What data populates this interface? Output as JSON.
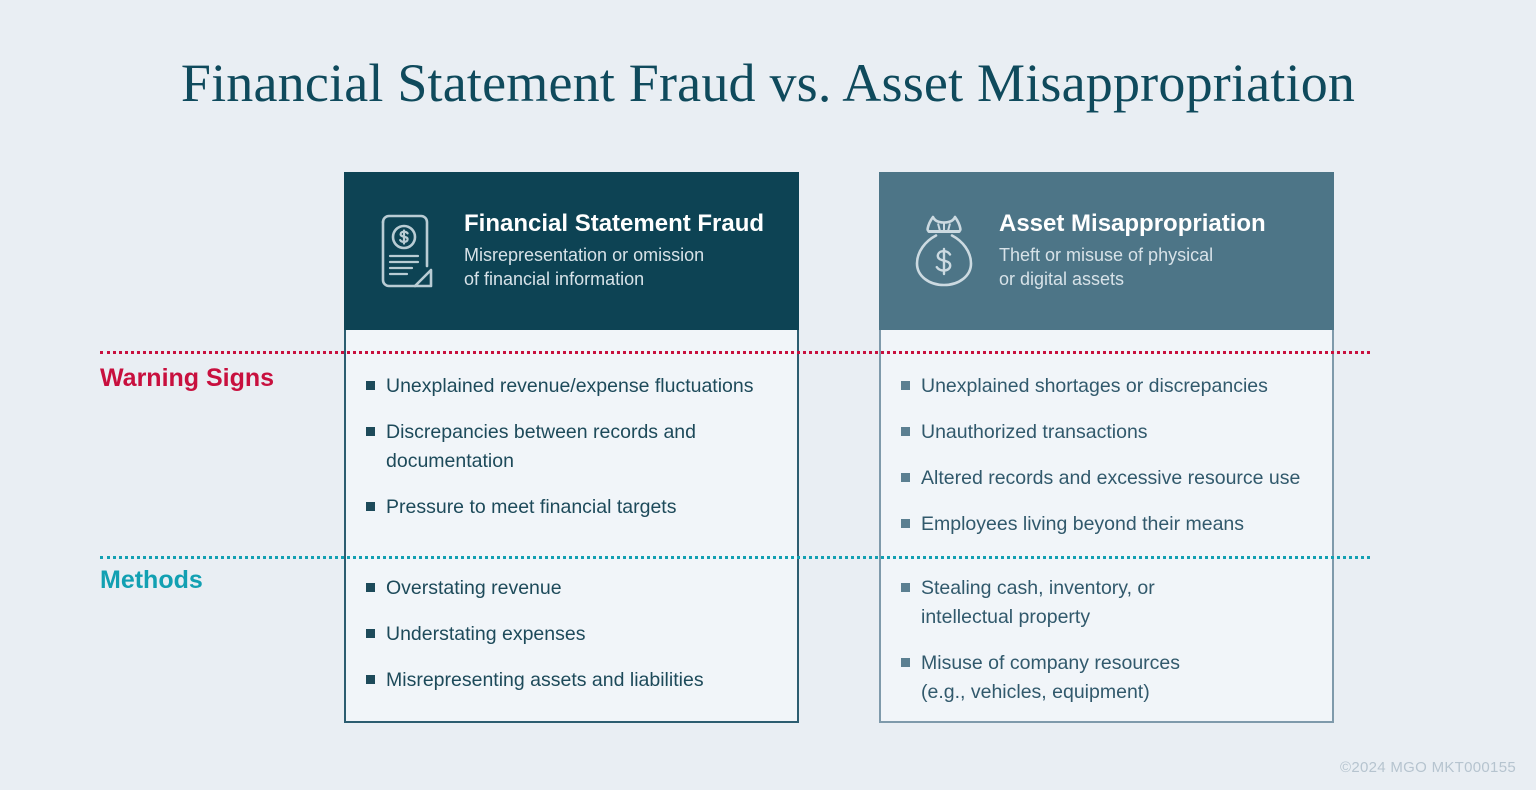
{
  "page": {
    "title": "Financial Statement Fraud vs. Asset Misappropriation",
    "background_color": "#e9eef3",
    "footer": "©2024 MGO  MKT000155"
  },
  "row_labels": [
    {
      "id": "warning-signs",
      "label": "Warning Signs",
      "color": "#c8103e"
    },
    {
      "id": "methods",
      "label": "Methods",
      "color": "#12a0b2"
    }
  ],
  "columns": [
    {
      "id": "financial-statement-fraud",
      "icon": "document-dollar-icon",
      "header_color": "#0d4354",
      "border_color": "#2c5d70",
      "title": "Financial Statement Fraud",
      "subtitle": "Misrepresentation or omission\nof financial information",
      "warning_signs": [
        "Unexplained revenue/expense fluctuations",
        "Discrepancies between records and\ndocumentation",
        "Pressure to meet financial targets"
      ],
      "methods": [
        "Overstating revenue",
        "Understating expenses",
        "Misrepresenting assets and liabilities"
      ]
    },
    {
      "id": "asset-misappropriation",
      "icon": "money-bag-icon",
      "header_color": "#4d7587",
      "border_color": "#7f9aab",
      "title": "Asset Misappropriation",
      "subtitle": "Theft or misuse of physical\nor digital assets",
      "warning_signs": [
        "Unexplained shortages or discrepancies",
        "Unauthorized transactions",
        "Altered records and excessive resource use",
        "Employees living beyond their means"
      ],
      "methods": [
        "Stealing cash, inventory, or\nintellectual property",
        "Misuse of company resources\n(e.g., vehicles, equipment)"
      ]
    }
  ]
}
